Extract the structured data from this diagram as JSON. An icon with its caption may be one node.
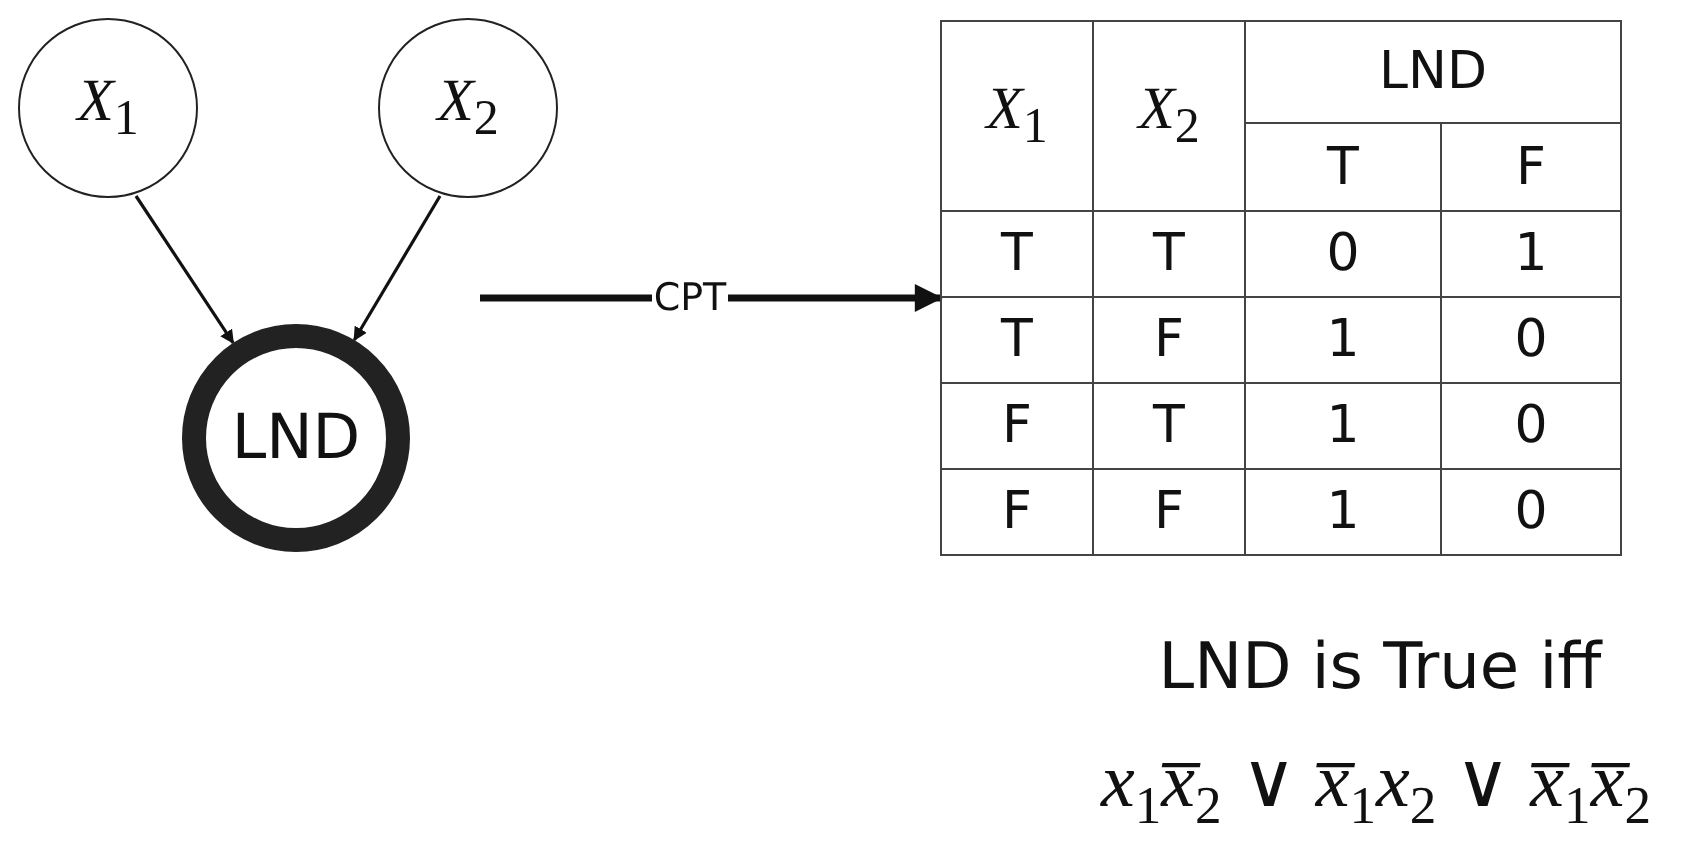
{
  "diagram": {
    "nodes": [
      {
        "text": [
          "*X*$_{1}$"
        ]
      },
      {
        "text": [
          "*X*$_{2}$"
        ]
      },
      {
        "text": [
          "LND"
        ]
      },
      {
        "text": [],
        "shape": "box"
      }
    ],
    "edges": [
      {
        "from": 0,
        "to": 2,
        "arrow": "to"
      },
      {
        "from": 1,
        "to": 2,
        "arrow": "to"
      },
      {
        "from": null,
        "to": 3,
        "arrow": "to",
        "label": "CPT",
        "style": "thick"
      }
    ],
    "labels": [
      "*X*$_{1}$",
      "*X*$_{2}$",
      "LND",
      "T",
      "F",
      "T",
      "T",
      "0",
      "1",
      "T",
      "F",
      "1",
      "0",
      "F",
      "T",
      "1",
      "0",
      "F",
      "F",
      "1",
      "0",
      "LND is True iff",
      "*x*$_{1}$*x̅*$_{2}$ ∨ *x̅*$_{1}$*x*$_{2}$ ∨ *x̅*$_{1}$*x̅*$_{2}$"
    ]
  }
}
